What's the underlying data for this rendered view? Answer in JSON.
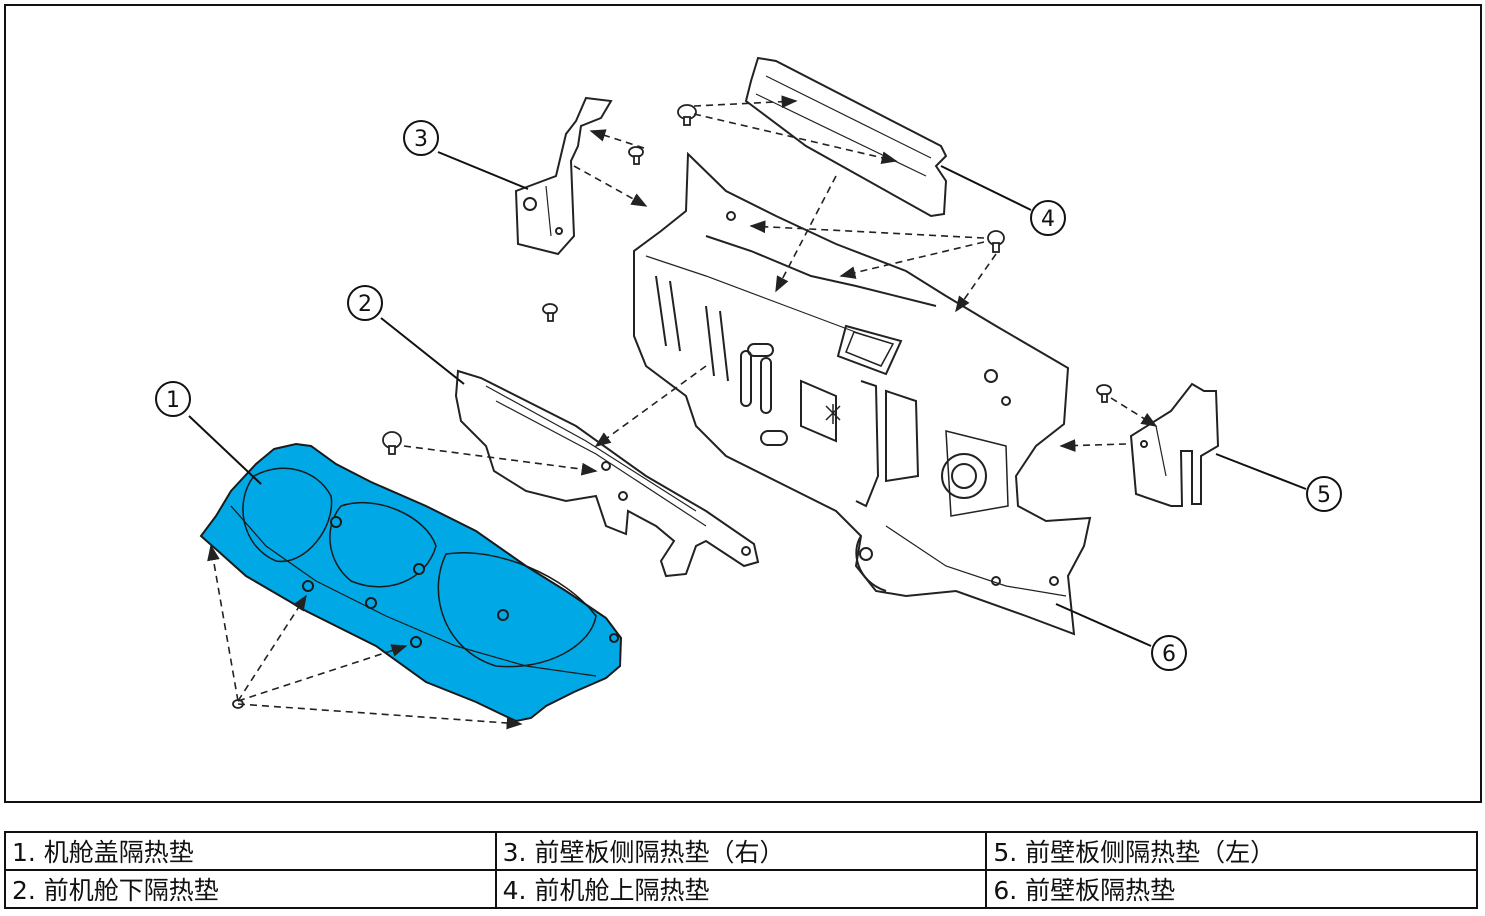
{
  "diagram": {
    "callouts": [
      "1",
      "2",
      "3",
      "4",
      "5",
      "6"
    ],
    "highlight_color": "#00a9e6",
    "line_color": "#222222"
  },
  "legend": {
    "rows": [
      [
        "1. 机舱盖隔热垫",
        "3. 前壁板侧隔热垫（右）",
        "5. 前壁板侧隔热垫（左）"
      ],
      [
        "2. 前机舱下隔热垫",
        "4. 前机舱上隔热垫",
        "6. 前壁板隔热垫"
      ]
    ]
  }
}
